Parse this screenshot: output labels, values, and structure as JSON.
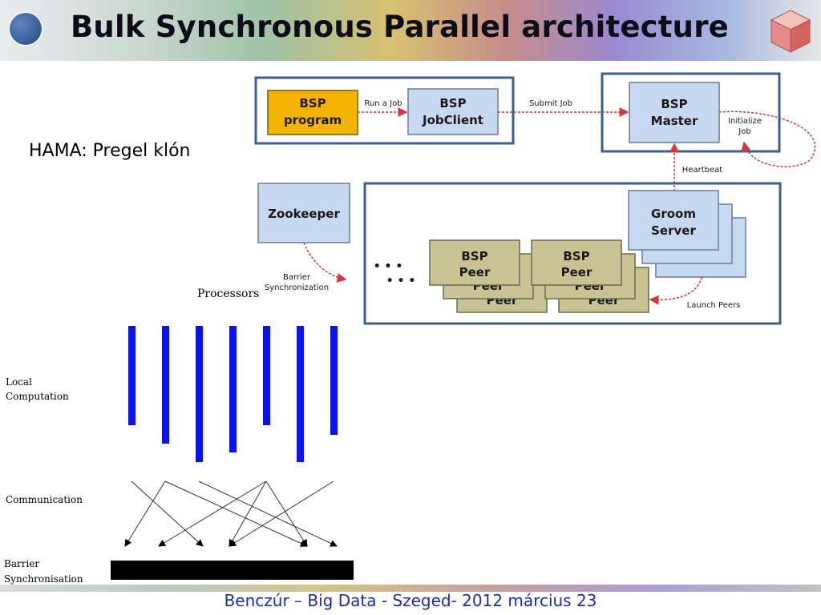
{
  "slide": {
    "title": "Bulk Synchronous Parallel architecture",
    "subtitle": "HAMA: Pregel klón",
    "footer": "Benczúr – Big Data - Szeged- 2012 március 23"
  },
  "architecture": {
    "bsp_program": [
      "BSP",
      "program"
    ],
    "run_a_job": "Run a Job",
    "jobclient": [
      "BSP",
      "JobClient"
    ],
    "submit_job": "Submit Job",
    "master": [
      "BSP",
      "Master"
    ],
    "initialize_job": [
      "Initialize",
      "Job"
    ],
    "heartbeat": "Heartbeat",
    "zookeeper": "Zookeeper",
    "groom_server": [
      "Groom",
      "Server"
    ],
    "barrier_sync": [
      "Barrier",
      "Synchronization"
    ],
    "ellipsis": "• • •",
    "bsp_peer": [
      "BSP",
      "Peer"
    ],
    "peer_behind": "Peer",
    "launch_peers": "Launch Peers"
  },
  "bsp_diagram": {
    "processors_label": "Processors",
    "local_computation": [
      "Local",
      "Computation"
    ],
    "communication": "Communication",
    "barrier_sync": [
      "Barrier",
      "Synchronisation"
    ]
  },
  "colors": {
    "program_fill": "#f5b400",
    "node_fill": "#c6d9f1",
    "peer_fill": "#c9c293",
    "container_border": "#3b5e93",
    "processor_bar": "#0a14e6",
    "arrow_red": "#d9343c",
    "footer_text": "#1a2fa6"
  }
}
